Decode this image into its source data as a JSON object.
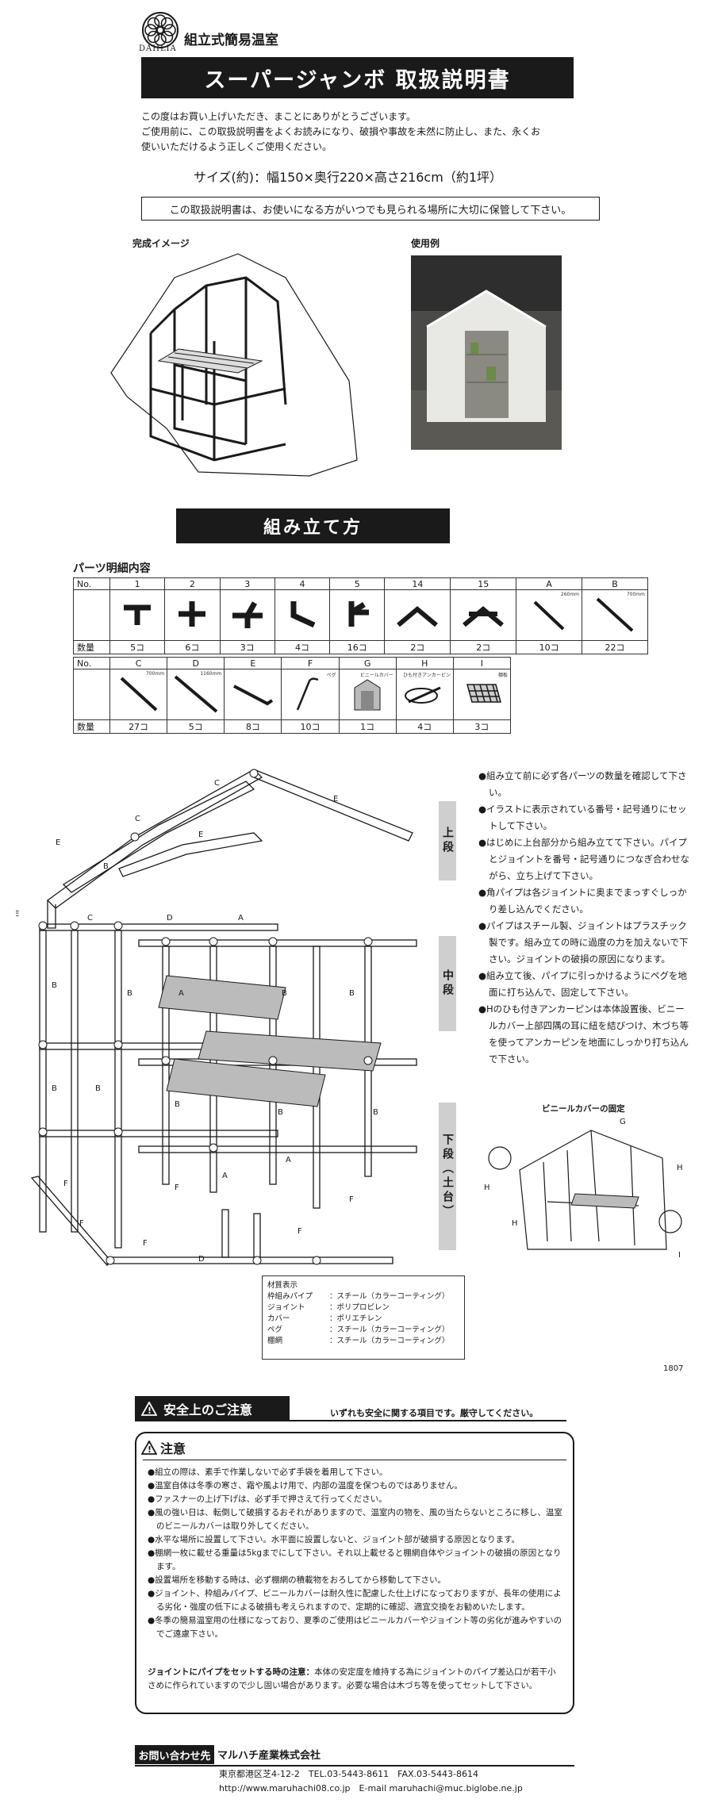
{
  "logo": {
    "text": "DAHLIA"
  },
  "header": {
    "subtitle": "組立式簡易温室",
    "title": "スーパージャンボ 取扱説明書"
  },
  "intro": {
    "line1": "この度はお買い上げいただき、まことにありがとうございます。",
    "line2": "ご使用前に、この取扱説明書をよくお読みになり、破損や事故を未然に防止し、また、永くお",
    "line3": "使いいただけるよう正しくご使用ください。"
  },
  "size_text": "サイズ(約)：幅150×奥行220×高さ216cm（約1坪）",
  "keep_note": "この取扱説明書は、お使いになる方がいつでも見られる場所に大切に保管して下さい。",
  "labels": {
    "complete_image": "完成イメージ",
    "usage_example": "使用例"
  },
  "section_title": "組み立て方",
  "parts": {
    "title": "パーツ明細内容",
    "row_no": "No.",
    "row_qty": "数量",
    "row1": [
      {
        "no": "1",
        "qty": "5コ"
      },
      {
        "no": "2",
        "qty": "6コ"
      },
      {
        "no": "3",
        "qty": "3コ"
      },
      {
        "no": "4",
        "qty": "4コ"
      },
      {
        "no": "5",
        "qty": "16コ"
      },
      {
        "no": "14",
        "qty": "2コ"
      },
      {
        "no": "15",
        "qty": "2コ"
      },
      {
        "no": "A",
        "qty": "10コ",
        "note": "260mm"
      },
      {
        "no": "B",
        "qty": "22コ",
        "note": "700mm"
      }
    ],
    "row2": [
      {
        "no": "C",
        "qty": "27コ",
        "note": "700mm"
      },
      {
        "no": "D",
        "qty": "5コ",
        "note": "1160mm"
      },
      {
        "no": "E",
        "qty": "8コ"
      },
      {
        "no": "F",
        "qty": "10コ",
        "note": "ペグ"
      },
      {
        "no": "G",
        "qty": "1コ",
        "note": "ビニールカバー"
      },
      {
        "no": "H",
        "qty": "4コ",
        "note": "ひも付きアンカーピン"
      },
      {
        "no": "I",
        "qty": "3コ",
        "note": "棚板"
      }
    ]
  },
  "stages": {
    "top": "上段",
    "middle": "中段",
    "bottom": "下段（土台）"
  },
  "instructions": [
    "●組み立て前に必ず各パーツの数量を確認して下さい。",
    "●イラストに表示されている番号・記号通りにセットして下さい。",
    "●はじめに上台部分から組み立てて下さい。パイプとジョイントを番号・記号通りにつなぎ合わせながら、立ち上げて下さい。",
    "●角パイプは各ジョイントに奥までまっすぐしっかり差し込んでください。",
    "●パイプはスチール製、ジョイントはプラスチック製です。組み立ての時に過度の力を加えないで下さい。ジョイントの破損の原因になります。",
    "●組み立て後、パイプに引っかけるようにペグを地面に打ち込んで、固定して下さい。",
    "●Hのひも付きアンカーピンは本体設置後、ビニールカバー上部四隅の耳に紐を結びつけ、木づち等を使ってアンカーピンを地面にしっかり打ち込んで下さい。"
  ],
  "vinyl_title": "ビニールカバーの固定",
  "vinyl_letters": {
    "g": "G",
    "h": "H",
    "i": "I"
  },
  "material": {
    "title": "材質表示",
    "rows": [
      {
        "k": "枠組みパイプ",
        "v": "：スチール（カラーコーティング）"
      },
      {
        "k": "ジョイント",
        "v": "：ポリプロピレン"
      },
      {
        "k": "カバー",
        "v": "：ポリエチレン"
      },
      {
        "k": "ペグ",
        "v": "：スチール（カラーコーティング）"
      },
      {
        "k": "棚網",
        "v": "：スチール（カラーコーティング）"
      }
    ]
  },
  "doc_number": "1807",
  "safety": {
    "heading": "安全上のご注意",
    "sub": "いずれも安全に関する項目です。厳守してください。",
    "caution_heading": "注意",
    "items": [
      "●組立の際は、素手で作業しないで必ず手袋を着用して下さい。",
      "●温室自体は冬季の寒さ、霜や風よけ用で、内部の温度を保つものではありません。",
      "●ファスナーの上げ下げは、必ず手で押さえて行ってください。",
      "●風の強い日は、転倒して破損するおそれがありますので、温室内の物を、風の当たらないところに移し、温室のビニールカバーは取り外してください。",
      "●水平な場所に設置して下さい。水平面に設置しないと、ジョイント部が破損する原因となります。",
      "●棚網一枚に載せる重量は5kgまでにして下さい。それ以上載せると棚網自体やジョイントの破損の原因となります。",
      "●設置場所を移動する時は、必ず棚網の積載物をおろしてから移動して下さい。",
      "●ジョイント、枠組みパイプ、ビニールカバーは耐久性に配慮した仕上げになっておりますが、長年の使用による劣化・強度の低下による破損も考えられますので、定期的に確認、適宜交換をお勧めいたします。",
      "●冬季の簡易温室用の仕様になっており、夏季のご使用はビニールカバーやジョイント等の劣化が進みやすいのでご遠慮下さい。"
    ],
    "joint_bold": "ジョイントにパイプをセットする時の注意：",
    "joint_text": "本体の安定度を維持する為にジョイントのパイプ差込口が若干小さめに作られていますので少し固い場合があります。必要な場合は木づち等を使ってセットして下さい。"
  },
  "contact": {
    "label": "お問い合わせ先",
    "company": "マルハチ産業株式会社",
    "address": "東京都港区芝4-12-2　TEL.03-5443-8611　FAX.03-5443-8614",
    "web": "http://www.maruhachi08.co.jp　E-mail maruhachi@muc.biglobe.ne.jp"
  },
  "colors": {
    "ink": "#1a1a1a",
    "stage_bg": "#cfcfcf",
    "photo_bg": "#4a4a48"
  }
}
